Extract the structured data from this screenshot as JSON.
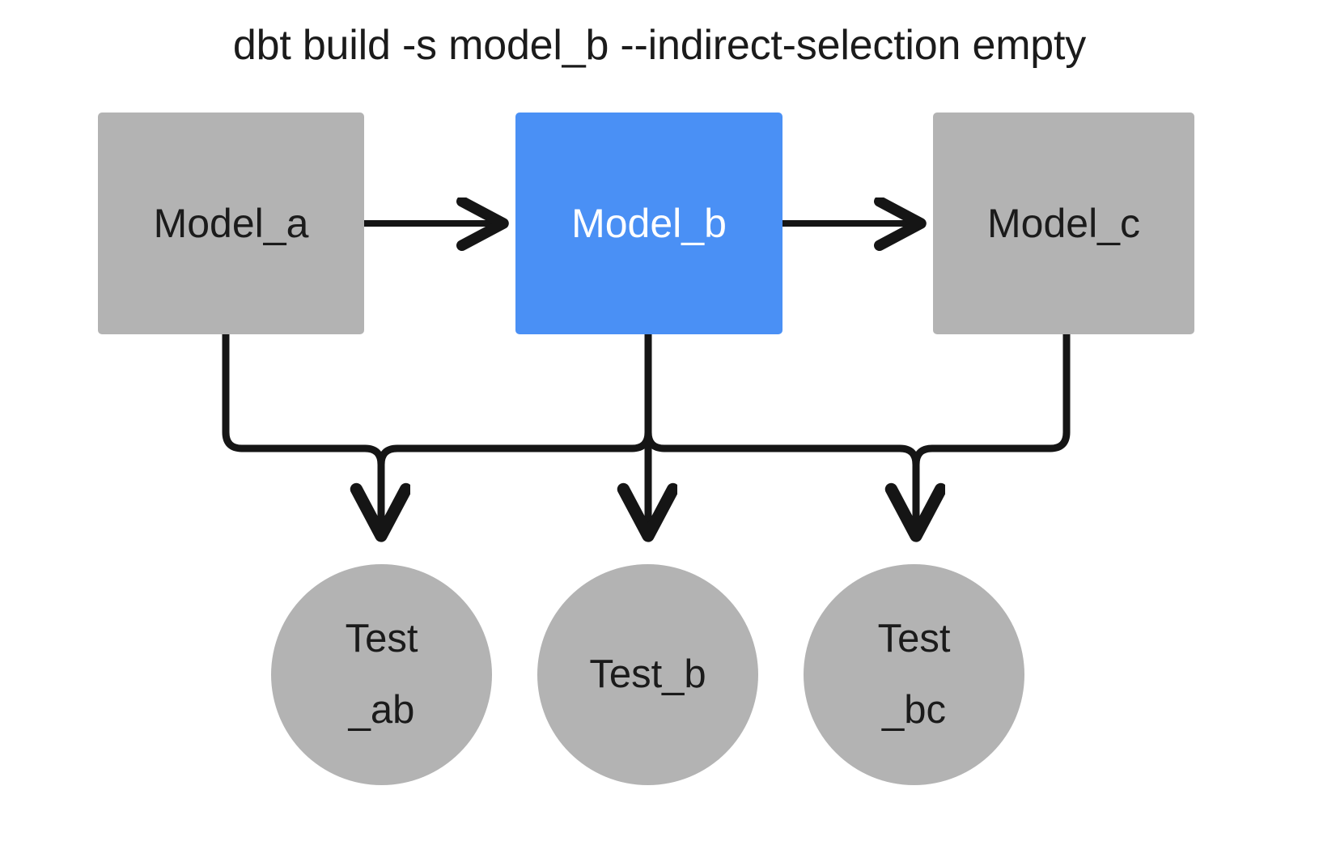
{
  "title": "dbt build -s model_b --indirect-selection empty",
  "colors": {
    "background": "#ffffff",
    "node_gray": "#b3b3b3",
    "node_selected_blue": "#4a90f5",
    "edge_black": "#151515",
    "text_dark": "#1b1b1b",
    "text_light": "#ffffff"
  },
  "nodes": {
    "models": [
      {
        "id": "model_a",
        "label": "Model_a",
        "state": "unselected",
        "fill": "#b3b3b3",
        "text_color": "#1b1b1b"
      },
      {
        "id": "model_b",
        "label": "Model_b",
        "state": "selected",
        "fill": "#4a90f5",
        "text_color": "#ffffff"
      },
      {
        "id": "model_c",
        "label": "Model_c",
        "state": "unselected",
        "fill": "#b3b3b3",
        "text_color": "#1b1b1b"
      }
    ],
    "tests": [
      {
        "id": "test_ab",
        "label": "Test\n_ab",
        "state": "unselected",
        "fill": "#b3b3b3",
        "text_color": "#1b1b1b"
      },
      {
        "id": "test_b",
        "label": "Test_b",
        "state": "unselected",
        "fill": "#b3b3b3",
        "text_color": "#1b1b1b"
      },
      {
        "id": "test_bc",
        "label": "Test\n_bc",
        "state": "unselected",
        "fill": "#b3b3b3",
        "text_color": "#1b1b1b"
      }
    ]
  },
  "edges": [
    {
      "from": "model_a",
      "to": "model_b",
      "style": "arrow-right"
    },
    {
      "from": "model_b",
      "to": "model_c",
      "style": "arrow-right"
    },
    {
      "from": "model_a",
      "to": "test_ab",
      "style": "elbow-down"
    },
    {
      "from": "model_b",
      "to": "test_ab",
      "style": "elbow-down"
    },
    {
      "from": "model_b",
      "to": "test_b",
      "style": "straight-down"
    },
    {
      "from": "model_b",
      "to": "test_bc",
      "style": "elbow-down"
    },
    {
      "from": "model_c",
      "to": "test_bc",
      "style": "elbow-down"
    }
  ]
}
